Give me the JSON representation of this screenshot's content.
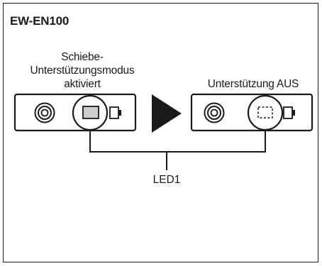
{
  "title": "EW-EN100",
  "left_state": {
    "caption_lines": [
      "Schiebe-",
      "Unterstützungsmodus",
      "aktiviert"
    ],
    "led": "lit"
  },
  "right_state": {
    "caption_lines": [
      "Unterstützung AUS"
    ],
    "led": "off"
  },
  "arrow_icon": "play-arrow-icon",
  "pointer_label": "LED1",
  "colors": {
    "line": "#1a1a1a",
    "led_lit_fill": "#cfcfcf",
    "background": "#ffffff"
  }
}
